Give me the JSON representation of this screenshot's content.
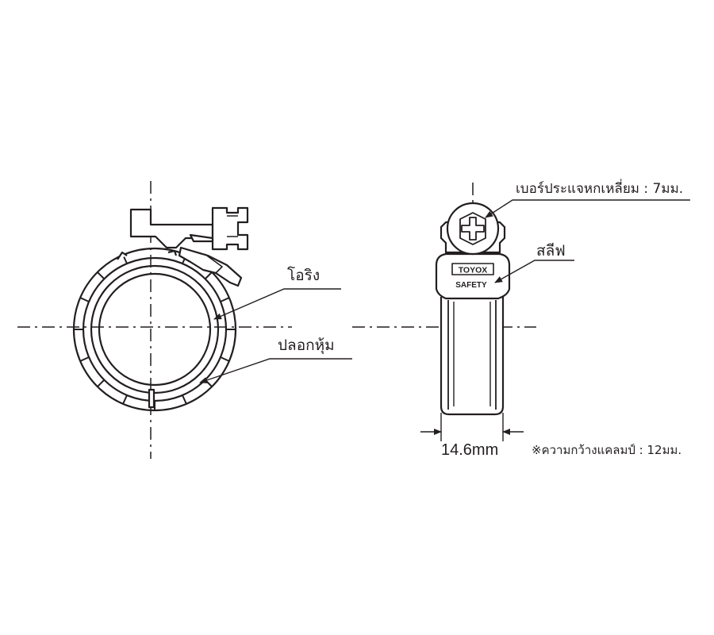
{
  "labels": {
    "oring": "โอริง",
    "sleeve": "ปลอกหุ้ม",
    "screw": "เบอร์ประแจหกเหลี่ยม : 7มม.",
    "shaft": "สลีฟ",
    "dimension": "14.6mm",
    "note": "※ความกว้างแคลมป์ : 12มม."
  },
  "band_text": {
    "brand": "TOYOX",
    "mark": "SAFETY"
  }
}
